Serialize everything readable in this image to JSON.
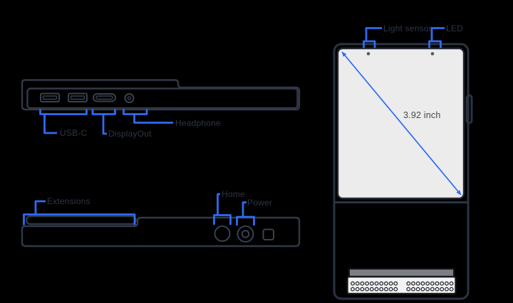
{
  "colors": {
    "background": "#000000",
    "outline": "#313947",
    "accent_blue": "#2f6bf0",
    "label_text": "#2e3546",
    "screen_fill": "#ececec",
    "screen_text": "#45494f",
    "connector_fill": "#f3f3f3"
  },
  "top_edge_view": {
    "labels": {
      "usb": "USB-C",
      "display": "DisplayOut",
      "headphone": "Headphone"
    }
  },
  "bottom_edge_view": {
    "labels": {
      "extensions": "Extensions",
      "home": "Home",
      "power": "Power"
    }
  },
  "front_view": {
    "labels": {
      "light_sensor": "Light sensor",
      "led": "LED"
    },
    "screen_diagonal": "3.92 inch",
    "connector": {
      "rows": 2,
      "groups": 2,
      "pins_per_group": 10
    }
  }
}
